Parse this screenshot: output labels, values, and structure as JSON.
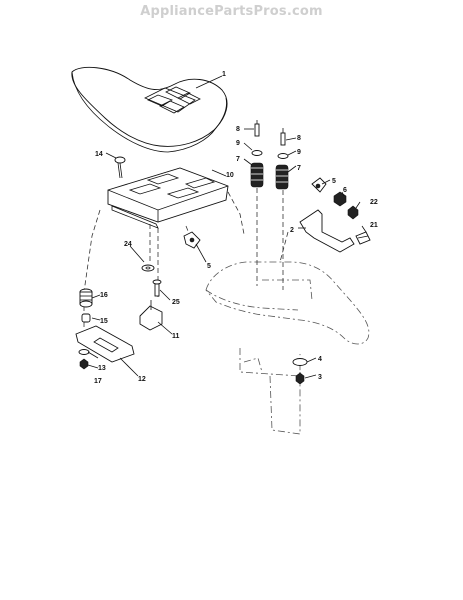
{
  "watermark": "AppliancePartsPros.com",
  "callouts": [
    {
      "id": "1",
      "label": "1"
    },
    {
      "id": "2",
      "label": "2"
    },
    {
      "id": "3",
      "label": "3"
    },
    {
      "id": "4",
      "label": "4"
    },
    {
      "id": "5a",
      "label": "5"
    },
    {
      "id": "5b",
      "label": "5"
    },
    {
      "id": "6",
      "label": "6"
    },
    {
      "id": "7a",
      "label": "7"
    },
    {
      "id": "7b",
      "label": "7"
    },
    {
      "id": "8a",
      "label": "8"
    },
    {
      "id": "8b",
      "label": "8"
    },
    {
      "id": "9a",
      "label": "9"
    },
    {
      "id": "9b",
      "label": "9"
    },
    {
      "id": "10",
      "label": "10"
    },
    {
      "id": "11",
      "label": "11"
    },
    {
      "id": "12",
      "label": "12"
    },
    {
      "id": "13",
      "label": "13"
    },
    {
      "id": "14",
      "label": "14"
    },
    {
      "id": "15",
      "label": "15"
    },
    {
      "id": "16",
      "label": "16"
    },
    {
      "id": "17",
      "label": "17"
    },
    {
      "id": "21",
      "label": "21"
    },
    {
      "id": "22",
      "label": "22"
    },
    {
      "id": "24",
      "label": "24"
    },
    {
      "id": "25",
      "label": "25"
    }
  ]
}
